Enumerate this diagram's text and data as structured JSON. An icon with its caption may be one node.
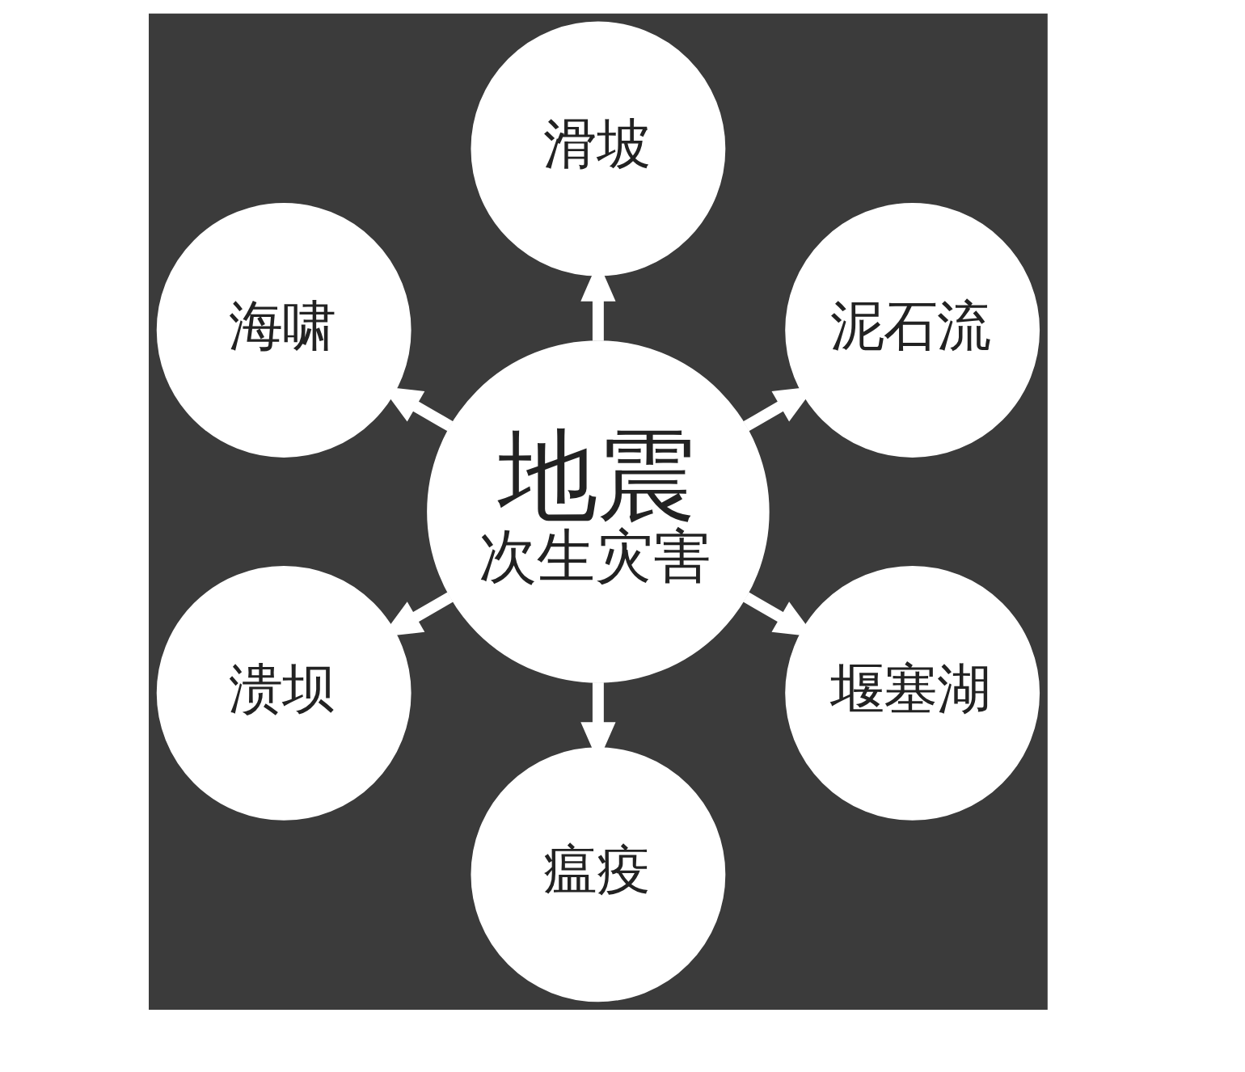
{
  "diagram": {
    "nodes": [
      {
        "text": [
          "滑坡"
        ]
      },
      {
        "text": [
          "海啸"
        ]
      },
      {
        "text": [
          "泥石流"
        ]
      },
      {
        "text": [
          "地震",
          "次生灾害"
        ]
      },
      {
        "text": [
          "溃坝"
        ]
      },
      {
        "text": [
          "堰塞湖"
        ]
      },
      {
        "text": [
          "瘟疫"
        ]
      }
    ],
    "edges": [
      {
        "from": 3,
        "to": 0,
        "arrow": "to"
      },
      {
        "from": 3,
        "to": 2,
        "arrow": "to"
      },
      {
        "from": 3,
        "to": 5,
        "arrow": "to"
      },
      {
        "from": 3,
        "to": 6,
        "arrow": "to"
      },
      {
        "from": 3,
        "to": 4,
        "arrow": "to"
      },
      {
        "from": 3,
        "to": 1,
        "arrow": "to"
      }
    ]
  }
}
